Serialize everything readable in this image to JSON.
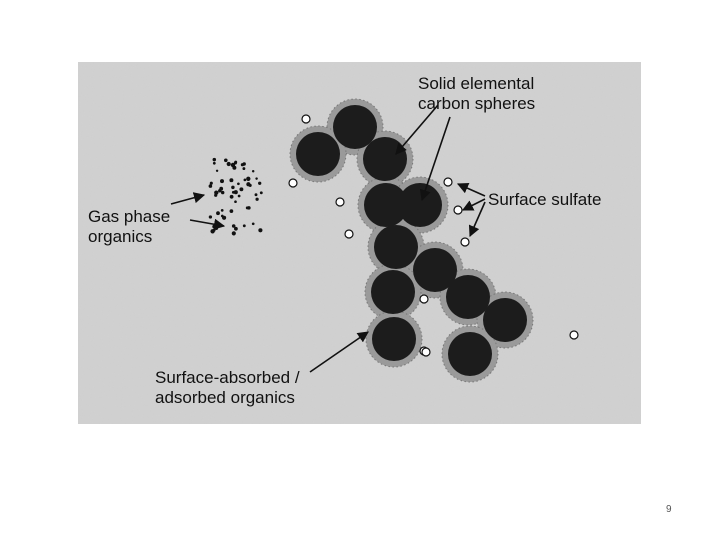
{
  "figure": {
    "labels": {
      "solid_carbon_line1": "Solid elemental",
      "solid_carbon_line2": "carbon spheres",
      "surface_sulfate": "Surface sulfate",
      "gas_phase_line1": "Gas phase",
      "gas_phase_line2": "organics",
      "adsorbed_line1": "Surface-absorbed /",
      "adsorbed_line2": "adsorbed organics"
    },
    "colors": {
      "background": "#d2d2d2",
      "sphere": "#1c1c1c",
      "coating": "#9a9a9a",
      "sulfate": "#ffffff"
    }
  },
  "page_number": "9"
}
